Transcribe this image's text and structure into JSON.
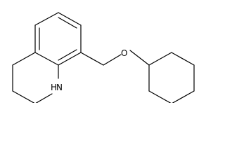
{
  "molecule": {
    "atoms": {
      "oxygen": "O",
      "nitrogen": "N",
      "nitrogen_hydrogen": "H"
    },
    "colors": {
      "bond": "#000000",
      "background": "#ffffff"
    }
  }
}
